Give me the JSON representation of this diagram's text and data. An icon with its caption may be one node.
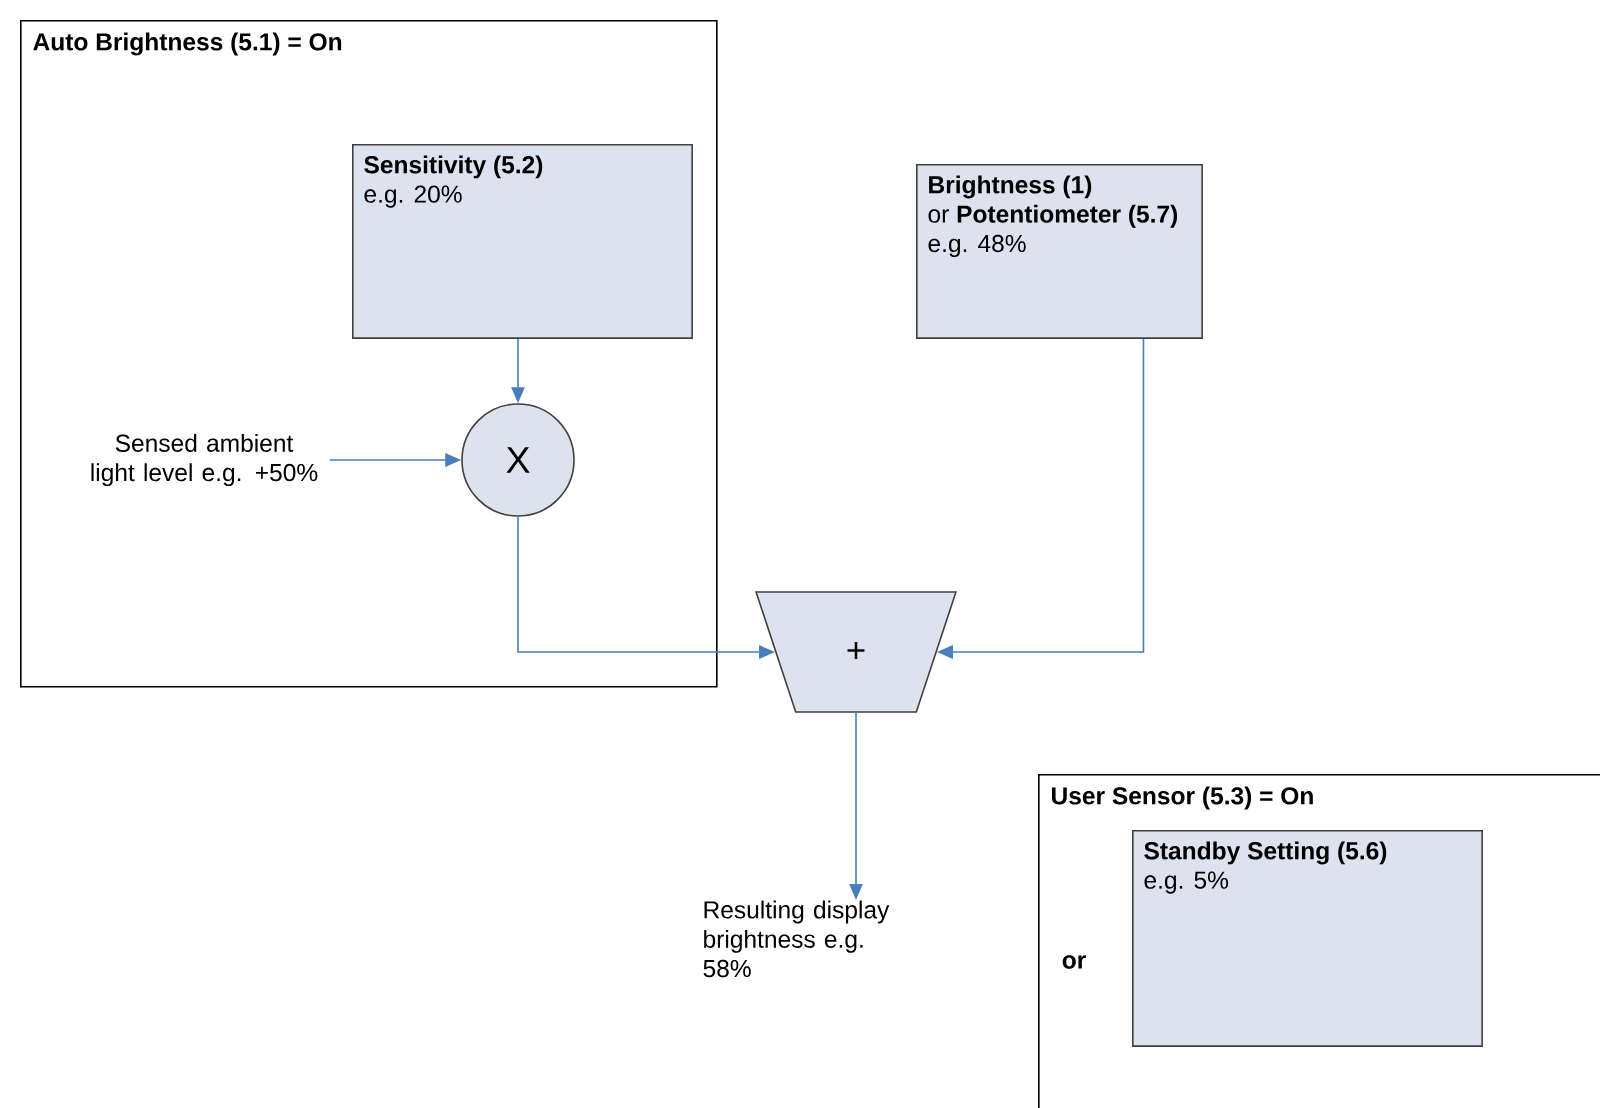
{
  "diagram": {
    "nodes": [
      {
        "text": [
          "Auto Brightness (5.1) = On"
        ]
      },
      {
        "text": [
          "Sensitivity (5.2)",
          "e.g. 20%"
        ],
        "in": 0
      },
      {
        "text": [
          "Sensed ambient light level e.g. +50%"
        ],
        "in": 0
      },
      {
        "text": [
          "X"
        ],
        "in": 0
      },
      {
        "text": [
          "Brightness (1)",
          "or **Potentiometer (5.7)**",
          "e.g. 48%"
        ]
      },
      {
        "text": [
          "+"
        ]
      },
      {
        "text": [
          "Resulting display brightness e.g. 58%"
        ]
      },
      {
        "text": [
          "User Sensor (5.3) = On"
        ]
      },
      {
        "text": [
          "Standby Setting (5.6)",
          "e.g. 5%"
        ],
        "in": 7
      }
    ],
    "edges": [
      {
        "from": 1,
        "to": 3,
        "arrow": "to"
      },
      {
        "from": 2,
        "to": 3,
        "arrow": "to"
      },
      {
        "from": 3,
        "to": 5,
        "arrow": "to"
      },
      {
        "from": 4,
        "to": 5,
        "arrow": "to"
      },
      {
        "from": 5,
        "to": 6,
        "arrow": "to"
      }
    ],
    "labels": [
      "or"
    ]
  }
}
